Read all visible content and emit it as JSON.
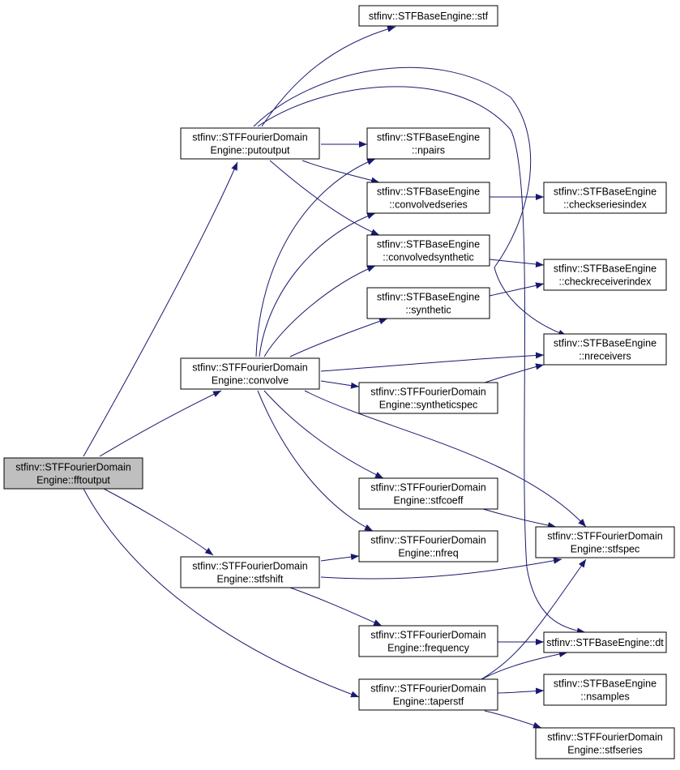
{
  "colors": {
    "edge": "#191970",
    "node_fill": "#ffffff",
    "root_fill": "#bfbfbf",
    "node_border": "#000000"
  },
  "nodes": [
    {
      "id": "fftoutput",
      "lines": [
        "stfinv::STFFourierDomain",
        "Engine::fftoutput"
      ],
      "root": true
    },
    {
      "id": "putoutput",
      "lines": [
        "stfinv::STFFourierDomain",
        "Engine::putoutput"
      ]
    },
    {
      "id": "convolve",
      "lines": [
        "stfinv::STFFourierDomain",
        "Engine::convolve"
      ]
    },
    {
      "id": "stfshift",
      "lines": [
        "stfinv::STFFourierDomain",
        "Engine::stfshift"
      ]
    },
    {
      "id": "stf",
      "lines": [
        "stfinv::STFBaseEngine::stf"
      ]
    },
    {
      "id": "npairs",
      "lines": [
        "stfinv::STFBaseEngine",
        "::npairs"
      ]
    },
    {
      "id": "convolvedseries",
      "lines": [
        "stfinv::STFBaseEngine",
        "::convolvedseries"
      ]
    },
    {
      "id": "convolvedsynthetic",
      "lines": [
        "stfinv::STFBaseEngine",
        "::convolvedsynthetic"
      ]
    },
    {
      "id": "synthetic",
      "lines": [
        "stfinv::STFBaseEngine",
        "::synthetic"
      ]
    },
    {
      "id": "syntheticspec",
      "lines": [
        "stfinv::STFFourierDomain",
        "Engine::syntheticspec"
      ]
    },
    {
      "id": "stfcoeff",
      "lines": [
        "stfinv::STFFourierDomain",
        "Engine::stfcoeff"
      ]
    },
    {
      "id": "nfreq",
      "lines": [
        "stfinv::STFFourierDomain",
        "Engine::nfreq"
      ]
    },
    {
      "id": "frequency",
      "lines": [
        "stfinv::STFFourierDomain",
        "Engine::frequency"
      ]
    },
    {
      "id": "taperstf",
      "lines": [
        "stfinv::STFFourierDomain",
        "Engine::taperstf"
      ]
    },
    {
      "id": "checkseriesindex",
      "lines": [
        "stfinv::STFBaseEngine",
        "::checkseriesindex"
      ]
    },
    {
      "id": "checkreceiverindex",
      "lines": [
        "stfinv::STFBaseEngine",
        "::checkreceiverindex"
      ]
    },
    {
      "id": "nreceivers",
      "lines": [
        "stfinv::STFBaseEngine",
        "::nreceivers"
      ]
    },
    {
      "id": "stfspec",
      "lines": [
        "stfinv::STFFourierDomain",
        "Engine::stfspec"
      ]
    },
    {
      "id": "dt",
      "lines": [
        "stfinv::STFBaseEngine::dt"
      ]
    },
    {
      "id": "nsamples",
      "lines": [
        "stfinv::STFBaseEngine",
        "::nsamples"
      ]
    },
    {
      "id": "stfseries",
      "lines": [
        "stfinv::STFFourierDomain",
        "Engine::stfseries"
      ]
    }
  ],
  "edges": [
    {
      "from": "fftoutput",
      "to": "putoutput"
    },
    {
      "from": "fftoutput",
      "to": "convolve"
    },
    {
      "from": "fftoutput",
      "to": "stfshift"
    },
    {
      "from": "fftoutput",
      "to": "taperstf"
    },
    {
      "from": "putoutput",
      "to": "stf"
    },
    {
      "from": "putoutput",
      "to": "npairs"
    },
    {
      "from": "putoutput",
      "to": "convolvedseries"
    },
    {
      "from": "putoutput",
      "to": "convolvedsynthetic"
    },
    {
      "from": "putoutput",
      "to": "nreceivers"
    },
    {
      "from": "putoutput",
      "to": "dt"
    },
    {
      "from": "convolve",
      "to": "npairs"
    },
    {
      "from": "convolve",
      "to": "convolvedseries"
    },
    {
      "from": "convolve",
      "to": "convolvedsynthetic"
    },
    {
      "from": "convolve",
      "to": "synthetic"
    },
    {
      "from": "convolve",
      "to": "nreceivers"
    },
    {
      "from": "convolve",
      "to": "syntheticspec"
    },
    {
      "from": "convolve",
      "to": "stfcoeff"
    },
    {
      "from": "convolve",
      "to": "nfreq"
    },
    {
      "from": "convolve",
      "to": "stfspec"
    },
    {
      "from": "stfshift",
      "to": "nfreq"
    },
    {
      "from": "stfshift",
      "to": "stfspec"
    },
    {
      "from": "stfshift",
      "to": "frequency"
    },
    {
      "from": "convolvedseries",
      "to": "checkseriesindex"
    },
    {
      "from": "convolvedsynthetic",
      "to": "checkreceiverindex"
    },
    {
      "from": "synthetic",
      "to": "checkreceiverindex"
    },
    {
      "from": "syntheticspec",
      "to": "nreceivers"
    },
    {
      "from": "stfcoeff",
      "to": "stfspec"
    },
    {
      "from": "frequency",
      "to": "dt"
    },
    {
      "from": "taperstf",
      "to": "stfspec"
    },
    {
      "from": "taperstf",
      "to": "dt"
    },
    {
      "from": "taperstf",
      "to": "nsamples"
    },
    {
      "from": "taperstf",
      "to": "stfseries"
    }
  ]
}
